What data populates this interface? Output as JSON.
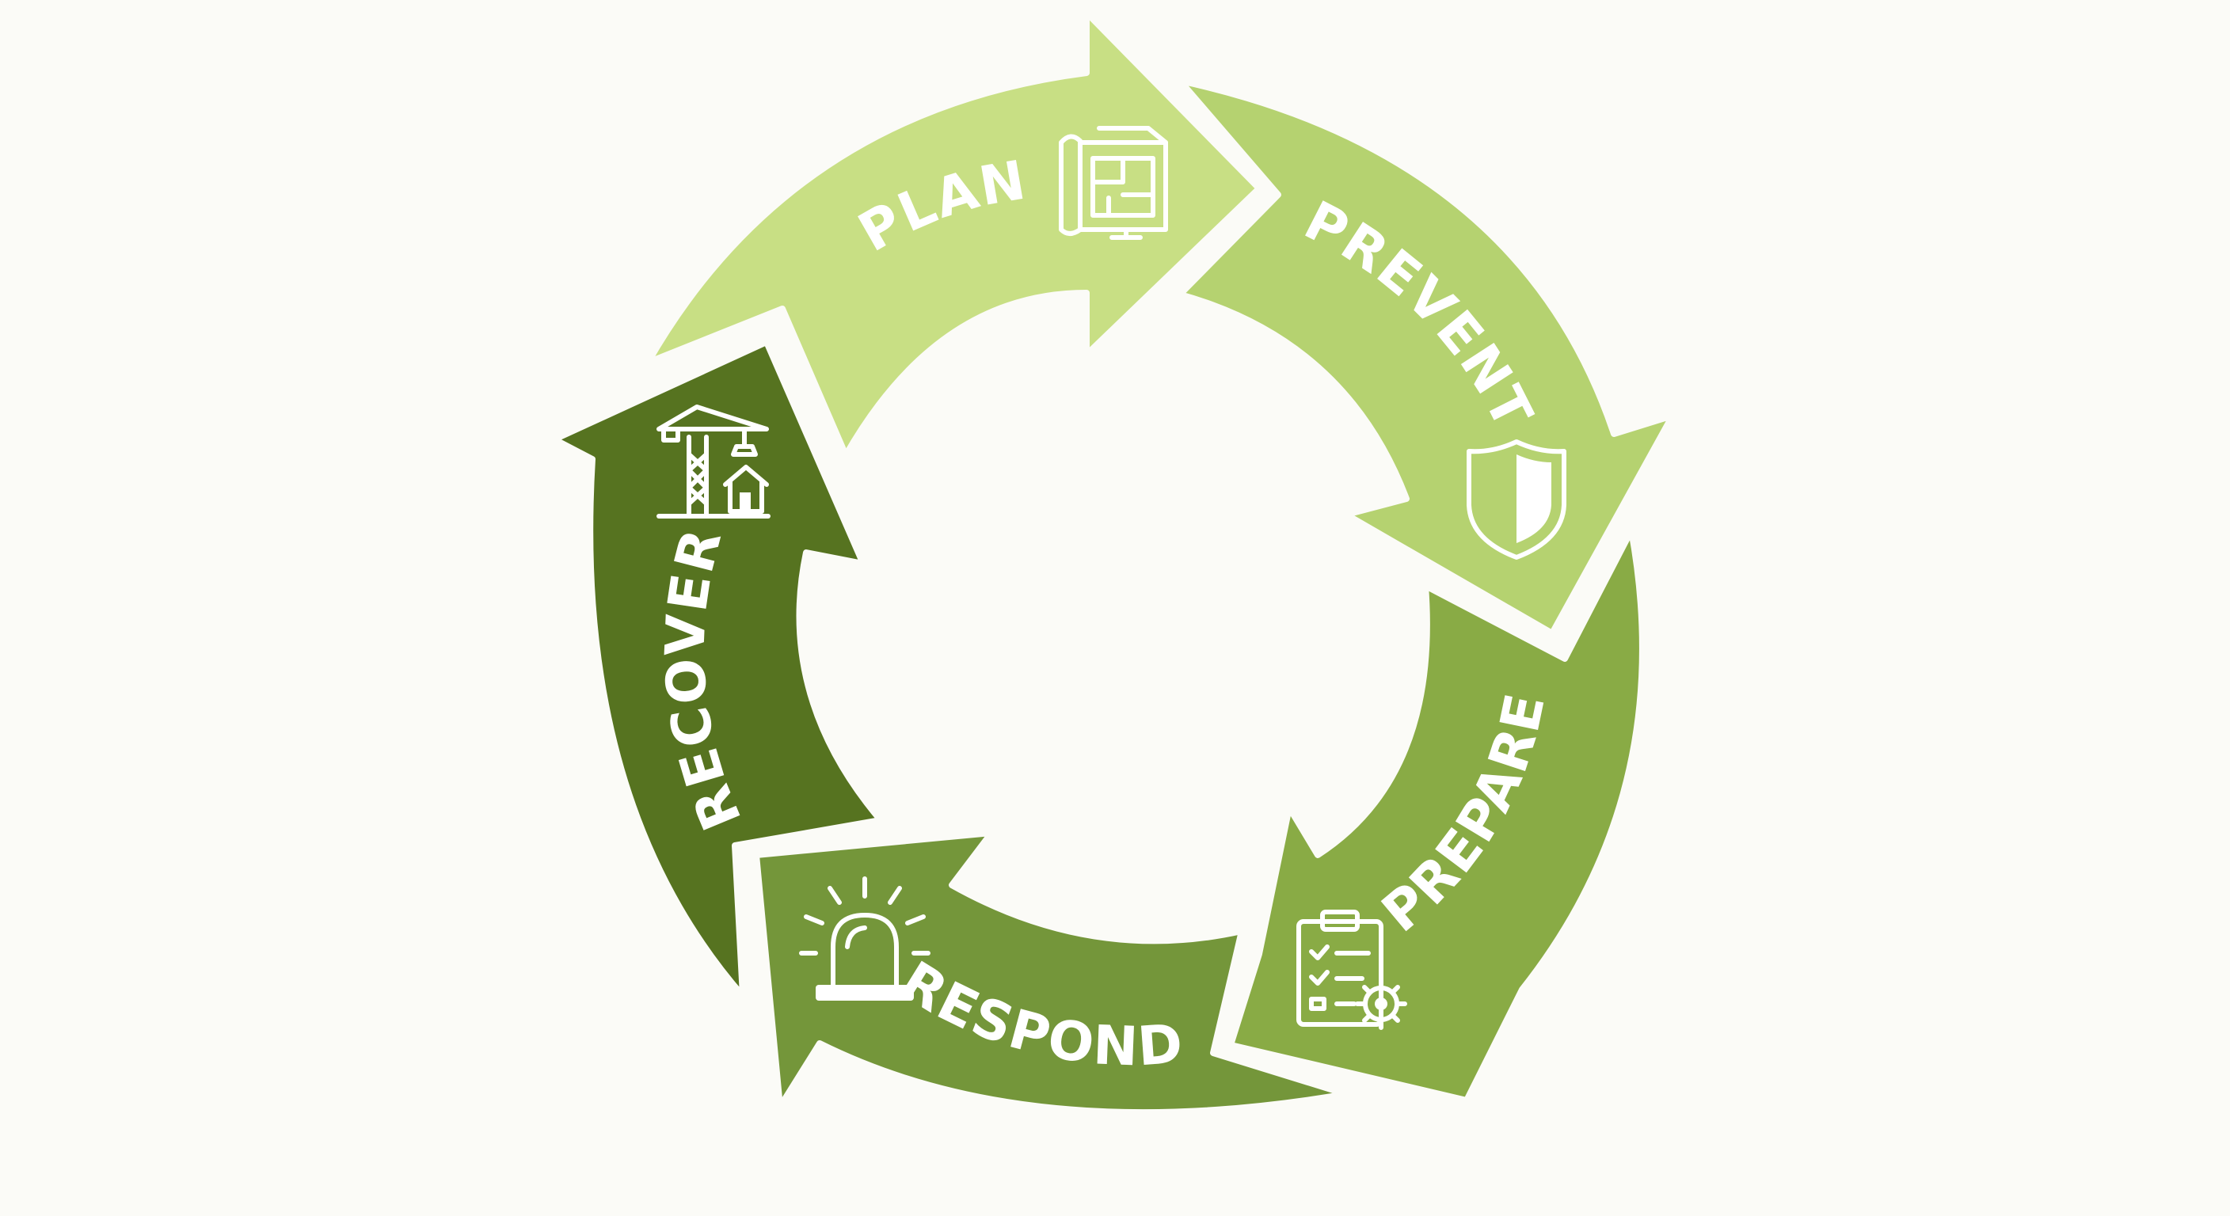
{
  "diagram": {
    "type": "cycle",
    "stages": [
      {
        "label": "PLAN",
        "icon": "blueprint-icon",
        "color": "#c8df84"
      },
      {
        "label": "PREVENT",
        "icon": "shield-icon",
        "color": "#b5d270"
      },
      {
        "label": "PREPARE",
        "icon": "checklist-gear-icon",
        "color": "#89ab45"
      },
      {
        "label": "RESPOND",
        "icon": "alarm-light-icon",
        "color": "#74963a"
      },
      {
        "label": "RECOVER",
        "icon": "crane-house-icon",
        "color": "#567320"
      }
    ],
    "background": "#fbfbf7",
    "text_color": "#ffffff"
  }
}
